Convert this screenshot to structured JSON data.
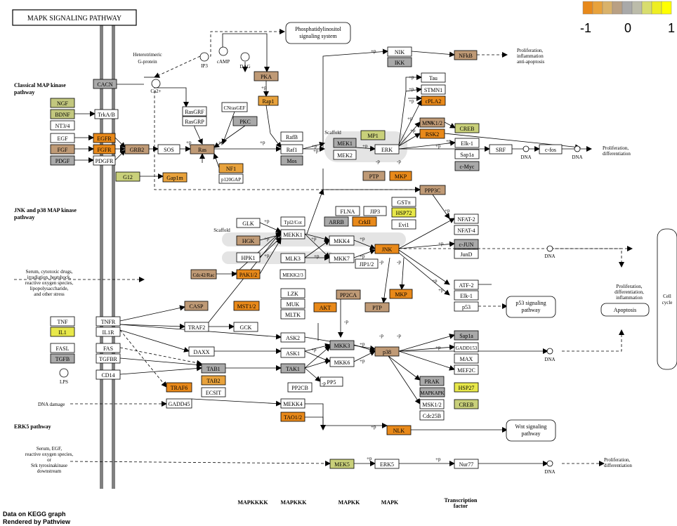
{
  "title": "MAPK SIGNALING PATHWAY",
  "legend": {
    "colors": [
      "#e8891a",
      "#e8a23c",
      "#d9b26a",
      "#b9a083",
      "#a9a9a9",
      "#bcbcaa",
      "#d8dd6e",
      "#eeee22",
      "#ffff00"
    ],
    "ticks": [
      "-1",
      "0",
      "1"
    ]
  },
  "footer": [
    "Data on KEGG graph",
    "Rendered by Pathview"
  ],
  "tiers": [
    "MAPKKKK",
    "MAPKKK",
    "MAPKK",
    "MAPK",
    "Transcription",
    "factor"
  ],
  "section_labels": [
    "Classical MAP kinase",
    "pathway",
    "JNK and p38 MAP kinase",
    "pathway",
    "ERK5 pathway"
  ],
  "text_labels": [
    "Heterotrimeric",
    "G-protein",
    "cAMP",
    "DAG",
    "IP3",
    "Ca2+",
    "Proliferation,",
    "inflammation",
    "anti-apoptosis",
    "Proliferation,",
    "differentiation",
    "DNA",
    "DNA",
    "DNA",
    "DNA",
    "DNA",
    "Proliferation,",
    "differentiation,",
    "inflammation",
    "Cell",
    "cycle",
    "Serum, cytotoxic drugs,",
    "irradiation, heatshock,",
    "reactive oxygen species,",
    "lipopolysaccharide,",
    "and other stress",
    "LPS",
    "DNA damage",
    "Serum, EGF,",
    "reactive oxygen species,",
    "or",
    "Srk tyrosinakinase",
    "downstream",
    "Proliferation,",
    "differentiation",
    "Scaffold",
    "Scaffold"
  ],
  "edge_labels": [
    "+p",
    "+p",
    "+p",
    "+p",
    "+p",
    "+p",
    "+p",
    "+p",
    "+p",
    "+p",
    "+p",
    "+p",
    "+p",
    "+p",
    "+p",
    "+p",
    "+p",
    "+p",
    "+p",
    "+p",
    "+p",
    "+p",
    "+p",
    "+p",
    "+p",
    "+p",
    "+p",
    "+p",
    "+p",
    "+p",
    "+p",
    "+p",
    "+p",
    "-p",
    "-p",
    "-p",
    "-p",
    "-p",
    "-p",
    "-p",
    "+u",
    "-p"
  ],
  "rounded_boxes": [
    {
      "lines": [
        "Phosphatidylinositol",
        "signaling system"
      ]
    },
    {
      "lines": [
        "p53 signaling",
        "pathway"
      ]
    },
    {
      "lines": [
        "Apoptosis"
      ]
    },
    {
      "lines": [
        "Wnt signaling",
        "pathway"
      ]
    }
  ],
  "nodes": [
    {
      "label": "CACN",
      "fill": "#a9a9a9"
    },
    {
      "label": "NGF",
      "fill": "#c2c77e"
    },
    {
      "label": "BDNF",
      "fill": "#c2c77e"
    },
    {
      "label": "NT3/4",
      "fill": "#ffffff"
    },
    {
      "label": "TrkA/B",
      "fill": "#ffffff"
    },
    {
      "label": "EGF",
      "fill": "#ffffff"
    },
    {
      "label": "EGFR",
      "fill": "#e8891a"
    },
    {
      "label": "FGF",
      "fill": "#bf9a76"
    },
    {
      "label": "FGFR",
      "fill": "#e8891a"
    },
    {
      "label": "PDGF",
      "fill": "#a9a9a9"
    },
    {
      "label": "PDGFR",
      "fill": "#ffffff"
    },
    {
      "label": "GRB2",
      "fill": "#bf9a76"
    },
    {
      "label": "SOS",
      "fill": "#ffffff"
    },
    {
      "label": "Ras",
      "fill": "#bf9a76"
    },
    {
      "label": "G12",
      "fill": "#c9d07a"
    },
    {
      "label": "Gap1m",
      "fill": "#e8a23c"
    },
    {
      "label": "NF1",
      "fill": "#e8a23c"
    },
    {
      "label": "p120GAP",
      "fill": "#ffffff"
    },
    {
      "label": "RasGRF",
      "fill": "#ffffff"
    },
    {
      "label": "RasGRP",
      "fill": "#ffffff"
    },
    {
      "label": "CNrasGEF",
      "fill": "#ffffff"
    },
    {
      "label": "PKC",
      "fill": "#a9a9a9"
    },
    {
      "label": "PKA",
      "fill": "#bf9a76"
    },
    {
      "label": "Rap1",
      "fill": "#e8a23c"
    },
    {
      "label": "RafB",
      "fill": "#ffffff"
    },
    {
      "label": "Raf1",
      "fill": "#ffffff"
    },
    {
      "label": "Mos",
      "fill": "#a9a9a9"
    },
    {
      "label": "MEK1",
      "fill": "#a9a9a9"
    },
    {
      "label": "MEK2",
      "fill": "#ffffff"
    },
    {
      "label": "MP1",
      "fill": "#c9d07a"
    },
    {
      "label": "ERK",
      "fill": "#ffffff"
    },
    {
      "label": "PTP",
      "fill": "#bf9a76"
    },
    {
      "label": "MKP",
      "fill": "#e8891a"
    },
    {
      "label": "NIK",
      "fill": "#ffffff"
    },
    {
      "label": "IKK",
      "fill": "#a9a9a9"
    },
    {
      "label": "NFkB",
      "fill": "#bf9a76"
    },
    {
      "label": "Tau",
      "fill": "#ffffff"
    },
    {
      "label": "STMN1",
      "fill": "#ffffff"
    },
    {
      "label": "cPLA2",
      "fill": "#e8891a"
    },
    {
      "label": "MNK1/2",
      "fill": "#bf9a76"
    },
    {
      "label": "RSK2",
      "fill": "#e8891a"
    },
    {
      "label": "CREB",
      "fill": "#c9d07a"
    },
    {
      "label": "Elk-1",
      "fill": "#ffffff"
    },
    {
      "label": "Sap1a",
      "fill": "#ffffff"
    },
    {
      "label": "c-Myc",
      "fill": "#a9a9a9"
    },
    {
      "label": "SRF",
      "fill": "#ffffff"
    },
    {
      "label": "c-fos",
      "fill": "#ffffff"
    },
    {
      "label": "PPP3C",
      "fill": "#bf9a76"
    },
    {
      "label": "NFAT-2",
      "fill": "#ffffff"
    },
    {
      "label": "NFAT-4",
      "fill": "#ffffff"
    },
    {
      "label": "c-JUN",
      "fill": "#a9a9a9"
    },
    {
      "label": "JunD",
      "fill": "#ffffff"
    },
    {
      "label": "ATF-2",
      "fill": "#ffffff"
    },
    {
      "label": "Elk-1",
      "fill": "#ffffff"
    },
    {
      "label": "p53",
      "fill": "#ffffff"
    },
    {
      "label": "GLK",
      "fill": "#ffffff"
    },
    {
      "label": "HGK",
      "fill": "#bf9a76"
    },
    {
      "label": "HPK1",
      "fill": "#ffffff"
    },
    {
      "label": "Cdc42/Rac",
      "fill": "#bf9a76"
    },
    {
      "label": "PAK1/2",
      "fill": "#e8891a"
    },
    {
      "label": "MEKK2/3",
      "fill": "#ffffff"
    },
    {
      "label": "Tpl2/Cot",
      "fill": "#ffffff"
    },
    {
      "label": "MEKK1",
      "fill": "#ffffff"
    },
    {
      "label": "MLK3",
      "fill": "#ffffff"
    },
    {
      "label": "LZK",
      "fill": "#ffffff"
    },
    {
      "label": "MUK",
      "fill": "#ffffff"
    },
    {
      "label": "MLTK",
      "fill": "#ffffff"
    },
    {
      "label": "FLNA",
      "fill": "#ffffff"
    },
    {
      "label": "JIP3",
      "fill": "#ffffff"
    },
    {
      "label": "GSTπ",
      "fill": "#ffffff"
    },
    {
      "label": "HSP72",
      "fill": "#e8e84a"
    },
    {
      "label": "ARRB",
      "fill": "#a9a9a9"
    },
    {
      "label": "CrkII",
      "fill": "#e8891a"
    },
    {
      "label": "Evi1",
      "fill": "#ffffff"
    },
    {
      "label": "MKK4",
      "fill": "#ffffff"
    },
    {
      "label": "MKK7",
      "fill": "#ffffff"
    },
    {
      "label": "JNK",
      "fill": "#e8891a"
    },
    {
      "label": "JIP1/2",
      "fill": "#ffffff"
    },
    {
      "label": "PP2CA",
      "fill": "#bf9a76"
    },
    {
      "label": "AKT",
      "fill": "#e8891a"
    },
    {
      "label": "PTP",
      "fill": "#bf9a76"
    },
    {
      "label": "MKP",
      "fill": "#e8891a"
    },
    {
      "label": "CASP",
      "fill": "#bf9a76"
    },
    {
      "label": "MST1/2",
      "fill": "#e8891a"
    },
    {
      "label": "TNF",
      "fill": "#ffffff"
    },
    {
      "label": "IL1",
      "fill": "#e8e84a"
    },
    {
      "label": "TNFR",
      "fill": "#ffffff"
    },
    {
      "label": "IL1R",
      "fill": "#ffffff"
    },
    {
      "label": "TRAF2",
      "fill": "#ffffff"
    },
    {
      "label": "GCK",
      "fill": "#ffffff"
    },
    {
      "label": "ASK2",
      "fill": "#ffffff"
    },
    {
      "label": "FASL",
      "fill": "#ffffff"
    },
    {
      "label": "FAS",
      "fill": "#ffffff"
    },
    {
      "label": "TGFB",
      "fill": "#a9a9a9"
    },
    {
      "label": "TGFBR",
      "fill": "#ffffff"
    },
    {
      "label": "DAXX",
      "fill": "#ffffff"
    },
    {
      "label": "ASK1",
      "fill": "#ffffff"
    },
    {
      "label": "MKK3",
      "fill": "#a9a9a9"
    },
    {
      "label": "MKK6",
      "fill": "#ffffff"
    },
    {
      "label": "p38",
      "fill": "#bf9a76"
    },
    {
      "label": "CD14",
      "fill": "#ffffff"
    },
    {
      "label": "TAB1",
      "fill": "#a9a9a9"
    },
    {
      "label": "TAK1",
      "fill": "#a9a9a9"
    },
    {
      "label": "TAB2",
      "fill": "#e8a23c"
    },
    {
      "label": "TRAF6",
      "fill": "#e8891a"
    },
    {
      "label": "ECSIT",
      "fill": "#ffffff"
    },
    {
      "label": "PP2CB",
      "fill": "#ffffff"
    },
    {
      "label": "PP5",
      "fill": "#ffffff"
    },
    {
      "label": "Sap1a",
      "fill": "#a9a9a9"
    },
    {
      "label": "GADD153",
      "fill": "#ffffff"
    },
    {
      "label": "MAX",
      "fill": "#ffffff"
    },
    {
      "label": "MEF2C",
      "fill": "#ffffff"
    },
    {
      "label": "PRAK",
      "fill": "#a9a9a9"
    },
    {
      "label": "MAPKAPK",
      "fill": "#a9a9a9"
    },
    {
      "label": "HSP27",
      "fill": "#e8e84a"
    },
    {
      "label": "MSK1/2",
      "fill": "#ffffff"
    },
    {
      "label": "CREB",
      "fill": "#c9d07a"
    },
    {
      "label": "Cdc25B",
      "fill": "#ffffff"
    },
    {
      "label": "GADD45",
      "fill": "#ffffff"
    },
    {
      "label": "MEKK4",
      "fill": "#ffffff"
    },
    {
      "label": "TAO1/2",
      "fill": "#e8891a"
    },
    {
      "label": "NLK",
      "fill": "#e8891a"
    },
    {
      "label": "MEK5",
      "fill": "#c9d07a"
    },
    {
      "label": "ERK5",
      "fill": "#ffffff"
    },
    {
      "label": "Nur77",
      "fill": "#ffffff"
    }
  ]
}
